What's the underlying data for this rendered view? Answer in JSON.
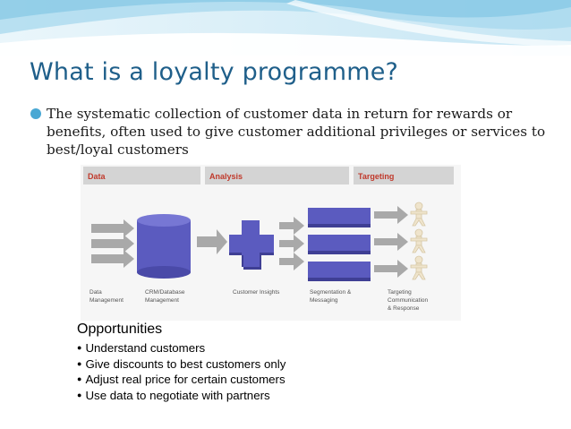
{
  "slide": {
    "title": "What is a loyalty programme?",
    "bullet": "The systematic collection of customer data in return for rewards or benefits, often used to give customer additional privileges or services to best/loyal customers"
  },
  "diagram": {
    "sections": [
      {
        "label": "Data"
      },
      {
        "label": "Analysis"
      },
      {
        "label": "Targeting"
      }
    ],
    "captions": {
      "data_management": [
        "Data",
        "Management"
      ],
      "crm_database": [
        "CRM/Database",
        "Management"
      ],
      "customer_insights": [
        "Customer Insights"
      ],
      "segmentation": [
        "Segmentation &",
        "Messaging"
      ],
      "targeting": [
        "Targeting",
        "Communication",
        "& Response"
      ]
    },
    "colors": {
      "section_label": "#c0392b",
      "purple": "#5b5bbf",
      "purple_dark": "#3f3f94",
      "arrow": "#a9a9a9",
      "figure": "#e8dcc2"
    }
  },
  "opportunities": {
    "heading": "Opportunities",
    "items": [
      "Understand customers",
      "Give discounts to best customers only",
      "Adjust real price for certain customers",
      "Use data to negotiate with partners"
    ]
  },
  "colors": {
    "title": "#1f5f8a",
    "bullet_dot": "#4aa8d4",
    "banner_light": "#d6eef8",
    "banner_mid": "#8fcbe6"
  }
}
